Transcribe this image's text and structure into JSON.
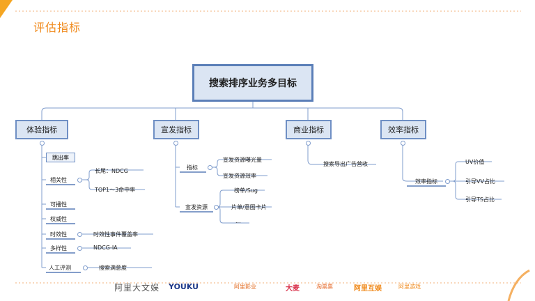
{
  "page": {
    "title": "评估指标"
  },
  "diagram": {
    "root": "搜索排序业务多目标",
    "categories": {
      "experience": "体验指标",
      "distribution": "宣发指标",
      "business": "商业指标",
      "efficiency": "效率指标"
    },
    "experience": {
      "bounce": "跳出率",
      "relevance": "相关性",
      "relevance_children": [
        "长尾：NDCG",
        "TOP1～3命中率"
      ],
      "playability": "可播性",
      "authority": "权威性",
      "timeliness": "时效性",
      "timeliness_child": "时效性事件覆盖率",
      "diversity": "多样性",
      "diversity_child": "NDCG-IA",
      "manual": "人工评测",
      "manual_child": "搜索满意度"
    },
    "distribution": {
      "metrics": "指标",
      "metrics_children": [
        "宣发资源曝光量",
        "宣发资源效率"
      ],
      "resources": "宣发资源",
      "resources_children": [
        "榜单/Sug",
        "片单/意图卡片",
        "..."
      ]
    },
    "business": {
      "child": "搜索导出广告营收"
    },
    "efficiency": {
      "metrics": "效率指标",
      "metrics_children": [
        "UV价值",
        "引导VV占比",
        "引导TS占比"
      ]
    }
  },
  "footer": {
    "logos": [
      "阿里大文娱",
      "YOUKU",
      "阿里影业",
      "大麦",
      "淘票票",
      "阿里互娱",
      "阿里游戏"
    ]
  },
  "colors": {
    "accent": "#f08a1c",
    "line": "#6f8fc4",
    "box_fill": "#dbe5f3"
  }
}
